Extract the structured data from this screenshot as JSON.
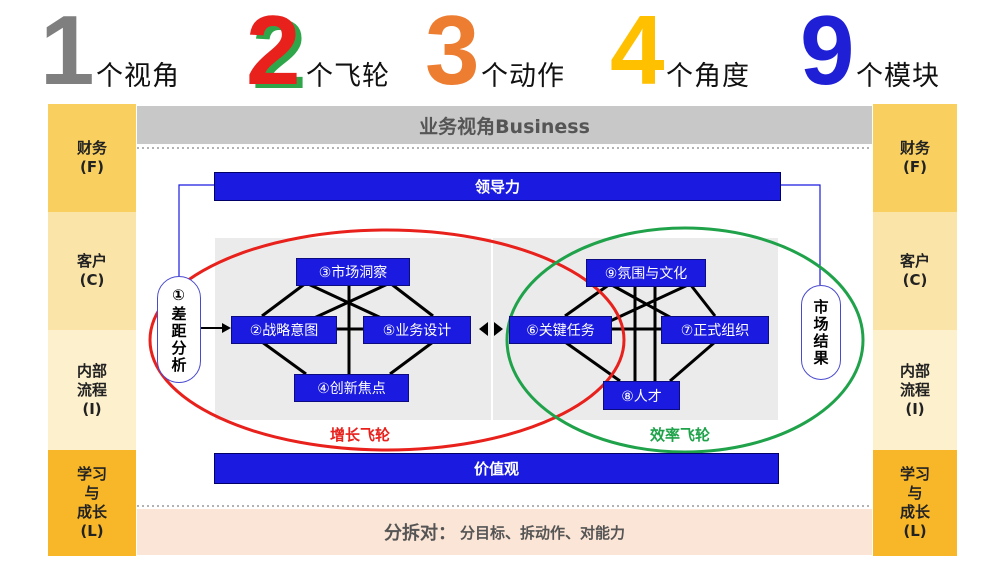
{
  "header": [
    {
      "number": "1",
      "label": "个视角",
      "color": "#7f7f7f"
    },
    {
      "number": "2",
      "label": "个飞轮",
      "color": "#e8211c",
      "shadow_color": "#2fa64a"
    },
    {
      "number": "3",
      "label": "个动作",
      "color": "#ed7d31"
    },
    {
      "number": "4",
      "label": "个角度",
      "color": "#ffc000"
    },
    {
      "number": "9",
      "label": "个模块",
      "color": "#1f1fd6"
    }
  ],
  "left_column": [
    {
      "label": "财务\n(F)",
      "color": "#f9d060"
    },
    {
      "label": "客户\n(C)",
      "color": "#fbe4a8"
    },
    {
      "label": "内部\n流程\n(I)",
      "color": "#fdf0cc"
    },
    {
      "label": "学习\n与\n成长\n(L)",
      "color": "#f7b728"
    }
  ],
  "right_column": [
    {
      "label": "财务\n(F)",
      "color": "#f9d060"
    },
    {
      "label": "客户\n(C)",
      "color": "#fbe4a8"
    },
    {
      "label": "内部\n流程\n(I)",
      "color": "#fdf0cc"
    },
    {
      "label": "学习\n与\n成长\n(L)",
      "color": "#f7b728"
    }
  ],
  "business_band": "业务视角Business",
  "leadership": "领导力",
  "values": "价值观",
  "gap_analysis": "①差距分析",
  "market_result": "市场结果",
  "growth_boxes": {
    "market_insight": "③市场洞察",
    "strategic_intent": "②战略意图",
    "business_design": "⑤业务设计",
    "innovation_focus": "④创新焦点"
  },
  "efficiency_boxes": {
    "atmosphere_culture": "⑨氛围与文化",
    "key_tasks": "⑥关键任务",
    "formal_org": "⑦正式组织",
    "talent": "⑧人才"
  },
  "growth_wheel_label": "增长飞轮",
  "efficiency_wheel_label": "效率飞轮",
  "bottom_band": {
    "main": "分拆对：",
    "sub": "分目标、拆动作、对能力"
  },
  "colors": {
    "blue": "#1a1ae0",
    "growth_red": "#e8211c",
    "efficiency_green": "#1fa24a"
  }
}
